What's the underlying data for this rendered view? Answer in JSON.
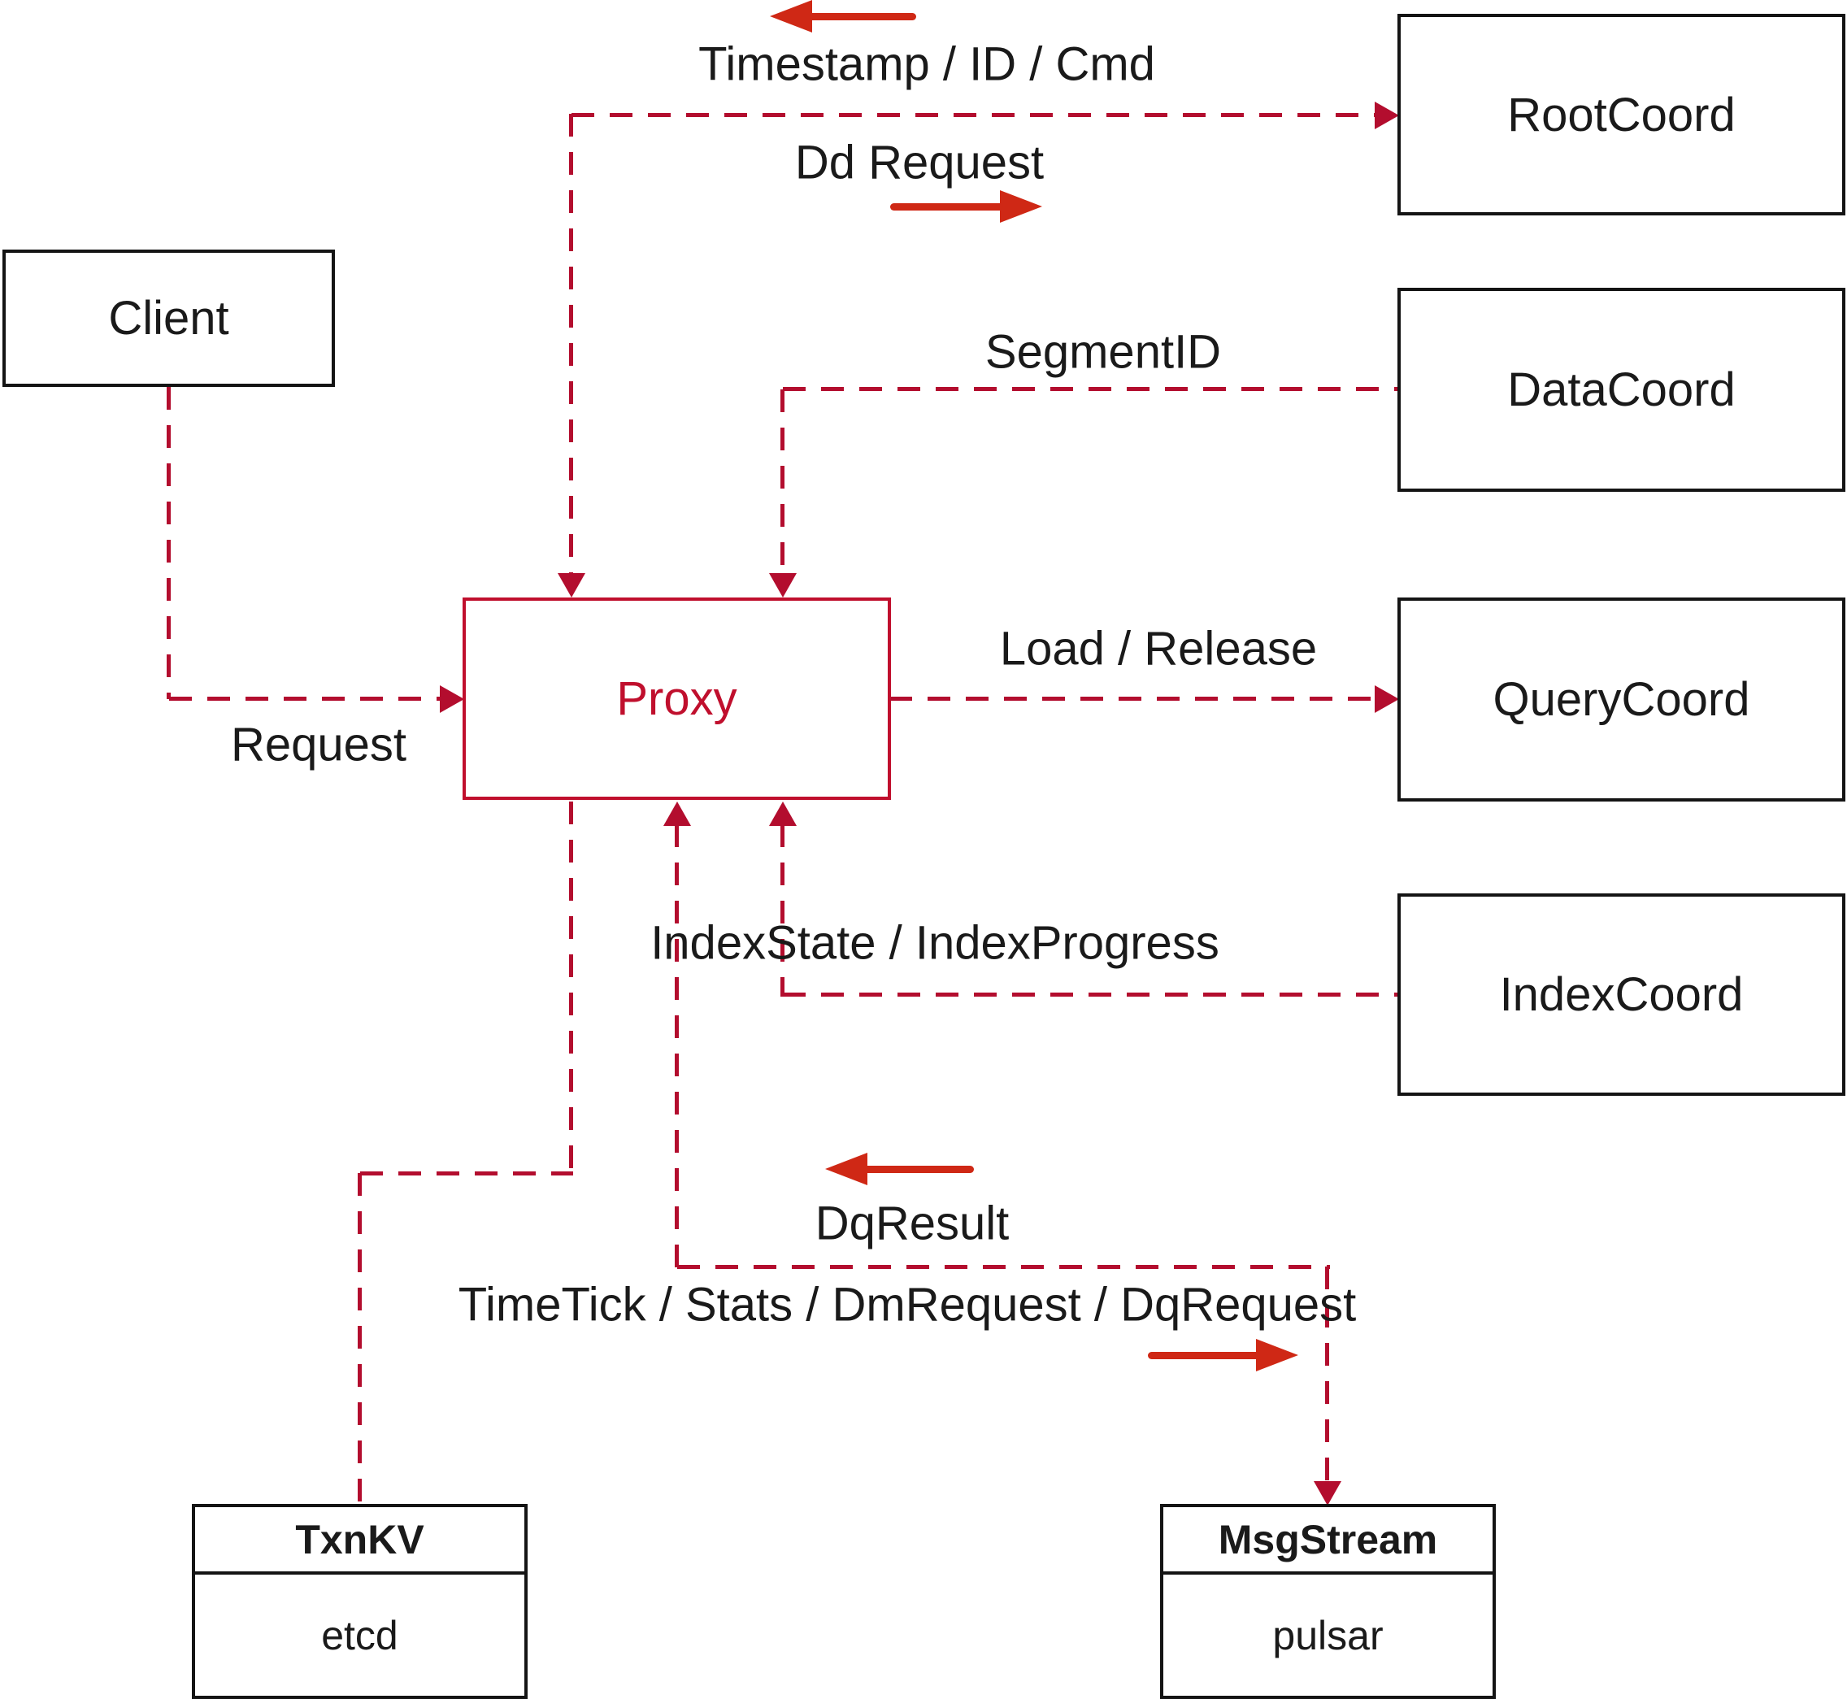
{
  "diagram_title": "",
  "colors": {
    "dashed_line_red": "#b30d2e",
    "solid_arrow_red": "#cf2815",
    "proxy_red": "#c00f2d",
    "box_border_black": "#141414",
    "text_black": "#1a1a1a",
    "background": "#ffffff"
  },
  "nodes": {
    "client": {
      "label": "Client"
    },
    "proxy": {
      "label": "Proxy"
    },
    "root_coord": {
      "label": "RootCoord"
    },
    "data_coord": {
      "label": "DataCoord"
    },
    "query_coord": {
      "label": "QueryCoord"
    },
    "index_coord": {
      "label": "IndexCoord"
    },
    "txn_kv": {
      "title": "TxnKV",
      "subtitle": "etcd"
    },
    "msg_stream": {
      "title": "MsgStream",
      "subtitle": "pulsar"
    }
  },
  "edge_labels": {
    "timestamp_id_cmd": "Timestamp / ID / Cmd",
    "dd_request": "Dd Request",
    "segment_id": "SegmentID",
    "load_release": "Load / Release",
    "request": "Request",
    "index_state": "IndexState / IndexProgress",
    "dq_result": "DqResult",
    "time_tick": "TimeTick / Stats / DmRequest / DqRequest"
  },
  "icons": {
    "dashed_arrowheads": "triangle-arrowhead-icon",
    "solid_arrows": "thick-arrow-icon"
  }
}
